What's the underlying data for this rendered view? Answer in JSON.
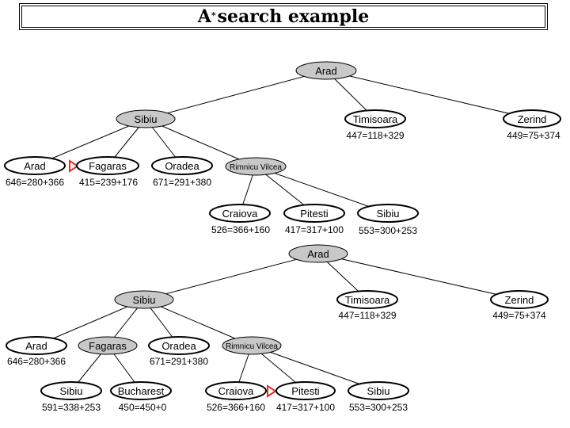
{
  "title": {
    "main": "A",
    "sup": "*",
    "rest": " search example"
  },
  "colors": {
    "expanded_fill": "#c8c8c8",
    "leaf_fill": "#ffffff",
    "edge": "#000000",
    "marker": "#e03030"
  },
  "tree1": {
    "arad": {
      "label": "Arad"
    },
    "sibiu": {
      "label": "Sibiu"
    },
    "timisoara": {
      "label": "Timisoara",
      "score": "447=118+329"
    },
    "zerind": {
      "label": "Zerind",
      "score": "449=75+374"
    },
    "arad2": {
      "label": "Arad",
      "score": "646=280+366"
    },
    "fagaras": {
      "label": "Fagaras",
      "score": "415=239+176"
    },
    "oradea": {
      "label": "Oradea",
      "score": "671=291+380"
    },
    "rimnicu": {
      "label": "Rimnicu Vilcea"
    },
    "craiova": {
      "label": "Craiova",
      "score": "526=366+160"
    },
    "pitesti": {
      "label": "Pitesti",
      "score": "417=317+100"
    },
    "sibiu2": {
      "label": "Sibiu",
      "score": "553=300+253"
    }
  },
  "tree2": {
    "arad": {
      "label": "Arad"
    },
    "sibiu": {
      "label": "Sibiu"
    },
    "timisoara": {
      "label": "Timisoara",
      "score": "447=118+329"
    },
    "zerind": {
      "label": "Zerind",
      "score": "449=75+374"
    },
    "arad2": {
      "label": "Arad",
      "score": "646=280+366"
    },
    "fagaras": {
      "label": "Fagaras"
    },
    "oradea": {
      "label": "Oradea",
      "score": "671=291+380"
    },
    "rimnicu": {
      "label": "Rimnicu Vilcea"
    },
    "sibiu3": {
      "label": "Sibiu",
      "score": "591=338+253"
    },
    "bucharest": {
      "label": "Bucharest",
      "score": "450=450+0"
    },
    "craiova": {
      "label": "Craiova",
      "score": "526=366+160"
    },
    "pitesti": {
      "label": "Pitesti",
      "score": "417=317+100"
    },
    "sibiu2": {
      "label": "Sibiu",
      "score": "553=300+253"
    }
  }
}
